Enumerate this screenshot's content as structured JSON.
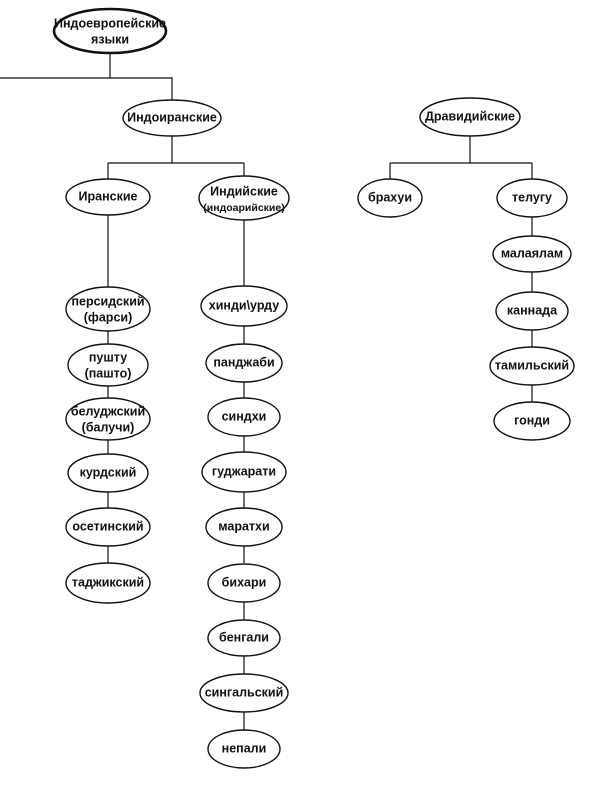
{
  "nodes": {
    "root": {
      "line1": "Индоевропейские",
      "line2": "языки"
    },
    "indoiranian": {
      "label": "Индоиранские"
    },
    "dravidian": {
      "label": "Дравидийские"
    },
    "iranian": {
      "label": "Иранские"
    },
    "indic": {
      "line1": "Индийские",
      "line2": "(индоарийские)"
    },
    "brahui": {
      "label": "брахуи"
    },
    "telugu": {
      "label": "телугу"
    },
    "iranian_languages": [
      {
        "line1": "персидский",
        "line2": "(фарси)"
      },
      {
        "line1": "пушту",
        "line2": "(пашто)"
      },
      {
        "line1": "белуджский",
        "line2": "(балучи)"
      },
      {
        "line1": "курдский",
        "line2": ""
      },
      {
        "line1": "осетинский",
        "line2": ""
      },
      {
        "line1": "таджикский",
        "line2": ""
      }
    ],
    "indic_languages": [
      "хинди\\урду",
      "панджаби",
      "синдхи",
      "гуджарати",
      "маратхи",
      "бихари",
      "бенгали",
      "сингальский",
      "непали"
    ],
    "dravidian_languages": [
      "малаялам",
      "каннада",
      "тамильский",
      "гонди"
    ]
  }
}
